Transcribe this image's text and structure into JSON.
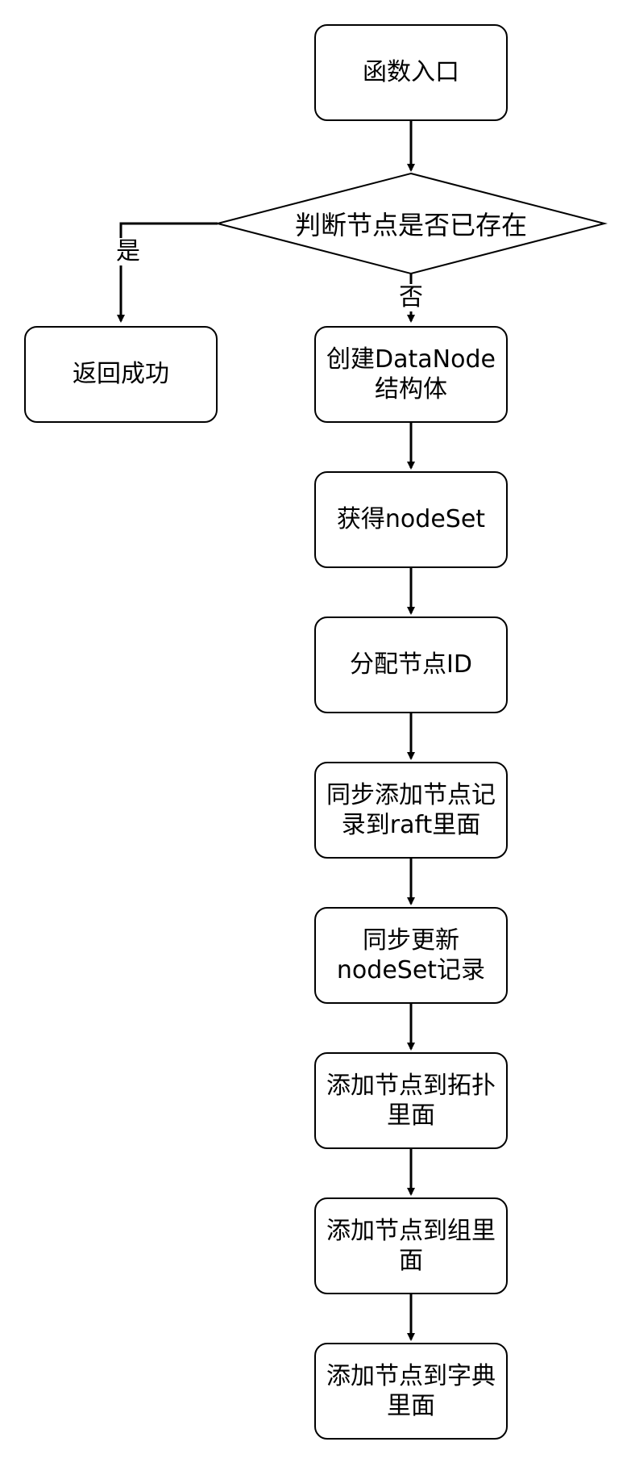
{
  "flowchart": {
    "start": "函数入口",
    "decision": "判断节点是否已存在",
    "yes_label": "是",
    "no_label": "否",
    "success": "返回成功",
    "steps": [
      "创建DataNode结构体",
      "获得nodeSet",
      "分配节点ID",
      "同步添加节点记录到raft里面",
      "同步更新nodeSet记录",
      "添加节点到拓扑里面",
      "添加节点到组里面",
      "添加节点到字典里面"
    ]
  }
}
